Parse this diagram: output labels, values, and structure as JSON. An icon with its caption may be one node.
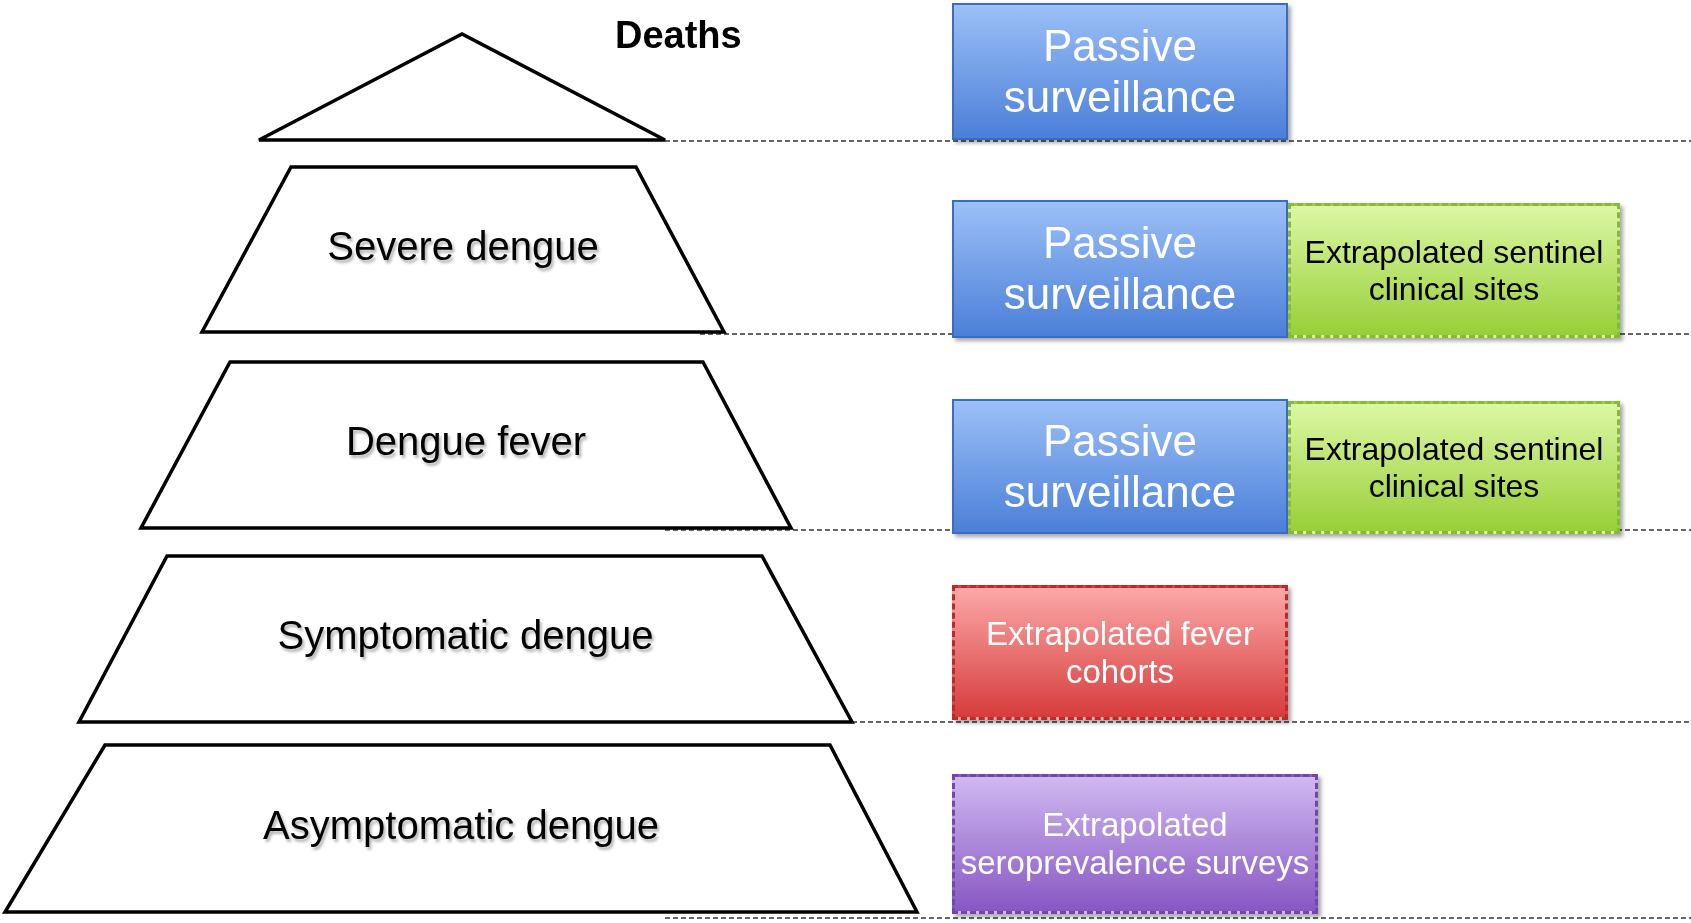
{
  "diagram": {
    "nodes": [
      {
        "text": [
          "Deaths"
        ]
      },
      {
        "text": [
          "Passive surveillance"
        ]
      },
      {
        "text": [
          "Severe dengue"
        ]
      },
      {
        "text": [
          "Passive surveillance"
        ]
      },
      {
        "text": [
          "Extrapolated sentinel clinical sites"
        ]
      },
      {
        "text": [
          "Dengue fever"
        ]
      },
      {
        "text": [
          "Passive surveillance"
        ]
      },
      {
        "text": [
          "Extrapolated sentinel clinical sites"
        ]
      },
      {
        "text": [
          "Symptomatic dengue"
        ]
      },
      {
        "text": [
          "Extrapolated fever cohorts"
        ]
      },
      {
        "text": [
          "Asymptomatic dengue"
        ]
      },
      {
        "text": [
          "Extrapolated seroprevalence surveys"
        ]
      }
    ]
  }
}
